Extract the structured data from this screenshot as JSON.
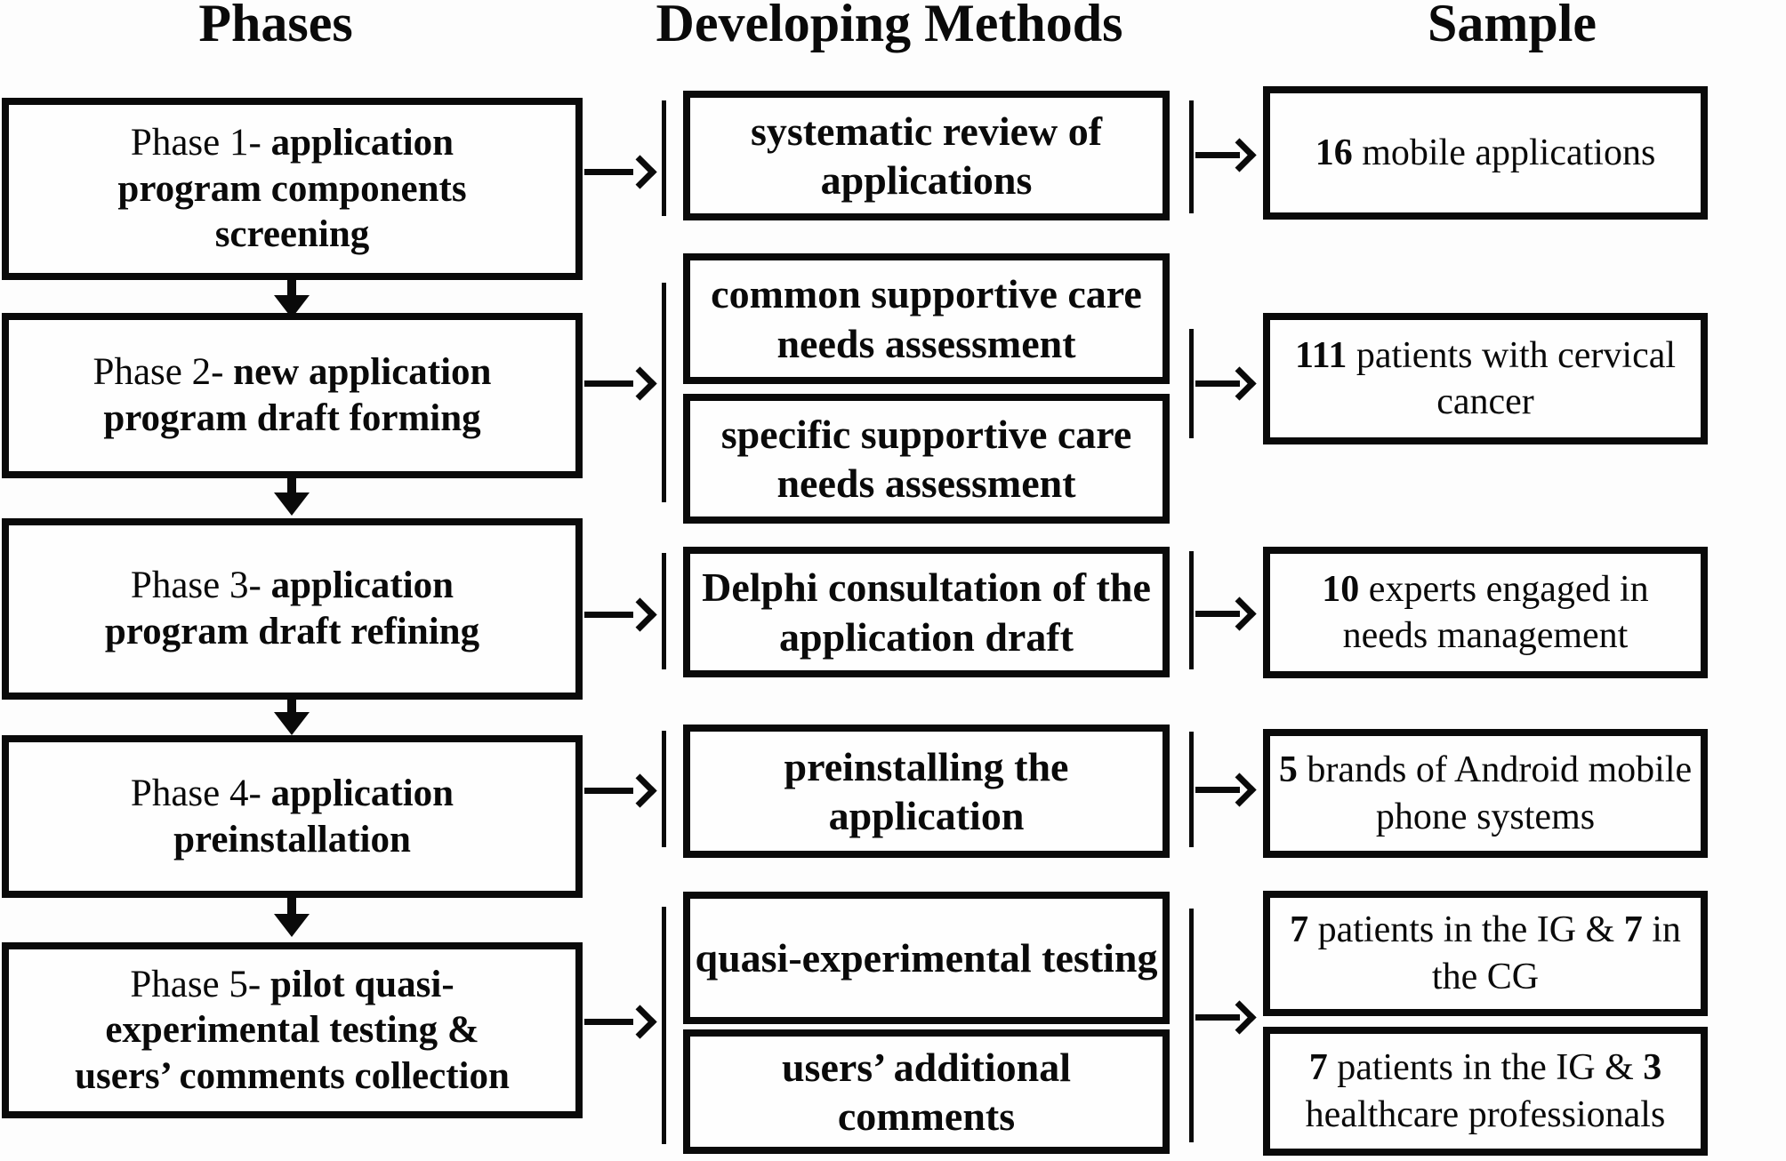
{
  "headers": {
    "phases": "Phases",
    "methods": "Developing Methods",
    "sample": "Sample"
  },
  "phases": [
    {
      "prefix": "Phase 1- ",
      "bold": "application program components screening"
    },
    {
      "prefix": "Phase 2- ",
      "bold": "new application program draft forming"
    },
    {
      "prefix": "Phase 3- ",
      "bold": "application program draft refining"
    },
    {
      "prefix": "Phase 4- ",
      "bold": "application preinstallation"
    },
    {
      "prefix": "Phase 5- ",
      "bold": "pilot quasi-experimental testing & users’ comments collection"
    }
  ],
  "methods": [
    {
      "label": "systematic review of applications"
    },
    {
      "label": "common supportive care needs assessment"
    },
    {
      "label": "specific supportive care needs assessment"
    },
    {
      "label": "Delphi consultation of the application draft"
    },
    {
      "label": "preinstalling the application"
    },
    {
      "label": "quasi-experimental testing"
    },
    {
      "label": "users’ additional comments"
    }
  ],
  "samples": [
    {
      "segments": [
        "16",
        " mobile applications"
      ]
    },
    {
      "segments": [
        "111",
        " patients with cervical cancer"
      ]
    },
    {
      "segments": [
        "10",
        " experts engaged in needs management"
      ]
    },
    {
      "segments": [
        "5",
        " brands of Android mobile phone systems"
      ]
    },
    {
      "segments": [
        "7",
        " patients in the IG & ",
        "7",
        " in the CG"
      ]
    },
    {
      "segments": [
        "7",
        " patients in the IG & ",
        "3",
        " healthcare professionals"
      ]
    }
  ]
}
